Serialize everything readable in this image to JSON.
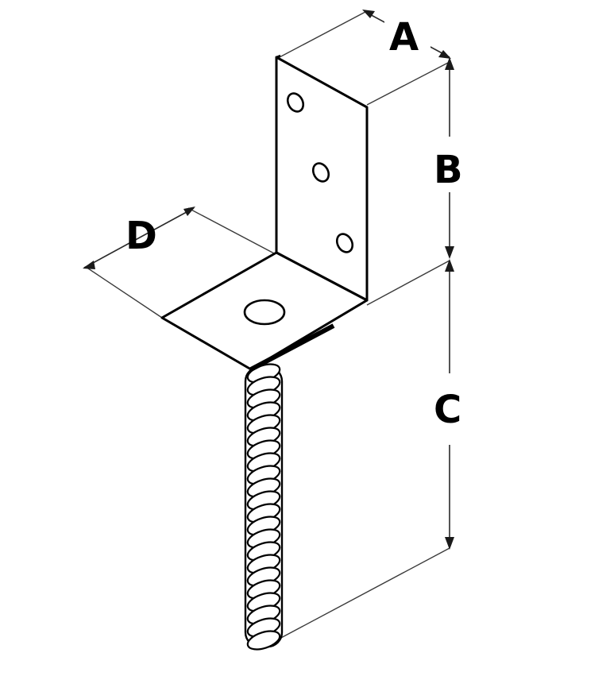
{
  "labels": {
    "A": "A",
    "B": "B",
    "C": "C",
    "D": "D"
  },
  "colors": {
    "line": "#000000",
    "background": "#ffffff",
    "dimension": "#2a2a2a"
  },
  "parts": {
    "rebar_coil_count": 22
  }
}
